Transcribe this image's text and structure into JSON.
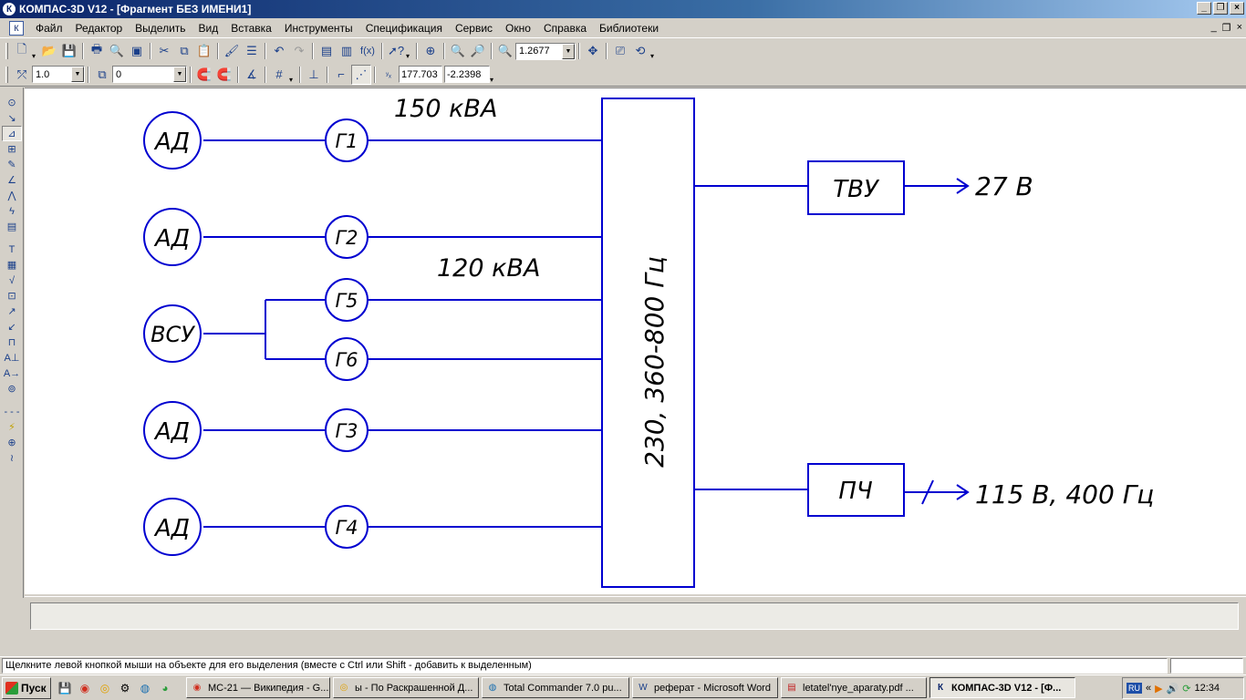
{
  "window": {
    "title": "КОМПАС-3D V12 - [Фрагмент БЕЗ ИМЕНИ1]",
    "app_icon": "kompas-k-icon"
  },
  "menu": [
    "Файл",
    "Редактор",
    "Выделить",
    "Вид",
    "Вставка",
    "Инструменты",
    "Спецификация",
    "Сервис",
    "Окно",
    "Справка",
    "Библиотеки"
  ],
  "toolbar": {
    "zoom_value": "1.2677",
    "fx_label": "f(x)"
  },
  "toolbar2": {
    "step_value": "1.0",
    "layer_value": "0",
    "coord_x": "177.703",
    "coord_y": "-2.2398"
  },
  "diagram": {
    "line_color": "#0000d0",
    "sources": [
      {
        "label": "АД",
        "generator": "Г1"
      },
      {
        "label": "АД",
        "generator": "Г2"
      },
      {
        "label": "ВСУ",
        "generator": "Г5",
        "generator2": "Г6"
      },
      {
        "label": "АД",
        "generator": "Г3"
      },
      {
        "label": "АД",
        "generator": "Г4"
      }
    ],
    "power_label_1": "150 кВА",
    "power_label_2": "120 кВА",
    "bus_label": "230, 360-800 Гц",
    "converters": [
      {
        "label": "ТВУ",
        "output": "27 В"
      },
      {
        "label": "ПЧ",
        "output": "115 В, 400 Гц"
      }
    ]
  },
  "status": {
    "message": "Щелкните левой кнопкой мыши на объекте для его выделения (вместе с Ctrl или Shift - добавить к выделенным)"
  },
  "taskbar": {
    "start_label": "Пуск",
    "tasks": [
      {
        "label": "МС-21 — Википедия - G...",
        "icon": "chrome-icon",
        "active": false
      },
      {
        "label": "ы - По Раскрашенной Д...",
        "icon": "yandex-icon",
        "active": false
      },
      {
        "label": "Total Commander 7.0 pu...",
        "icon": "total-commander-icon",
        "active": false
      },
      {
        "label": "реферат - Microsoft Word",
        "icon": "word-icon",
        "active": false
      },
      {
        "label": "letatel'nye_aparaty.pdf ...",
        "icon": "pdf-icon",
        "active": false
      },
      {
        "label": "КОМПАС-3D V12 - [Ф...",
        "icon": "kompas-icon",
        "active": true
      }
    ],
    "tray_lang": "RU",
    "clock": "12:34"
  }
}
